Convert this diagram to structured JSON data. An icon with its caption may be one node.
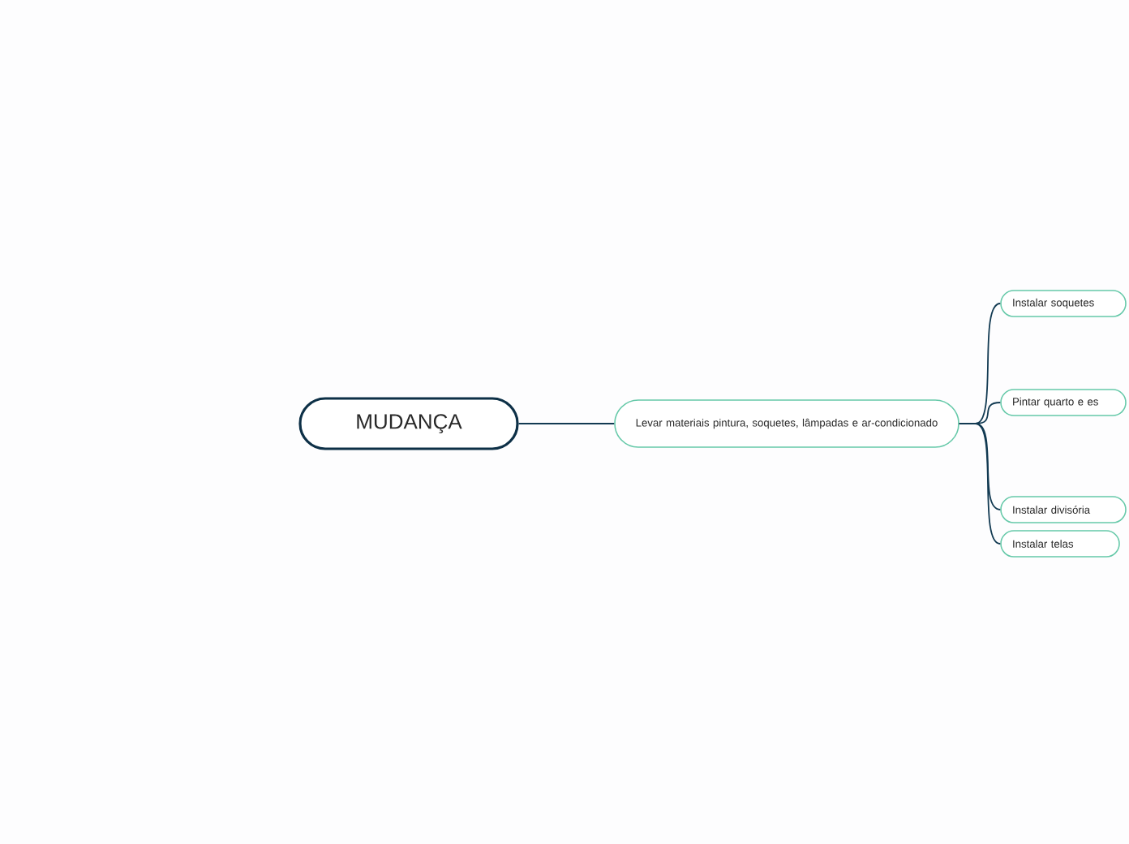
{
  "diagram": {
    "nodes": [
      {
        "text": [
          "MUDANÇA"
        ]
      },
      {
        "text": [
          "Levar materiais pintura, soquetes, lâmpadas e ar-condicionado"
        ]
      },
      {
        "text": [
          "Instalar soquetes"
        ]
      },
      {
        "text": [
          "Pintar quarto e es"
        ]
      },
      {
        "text": [
          "Instalar divisória"
        ]
      },
      {
        "text": [
          "Instalar telas"
        ]
      }
    ],
    "edges": [
      {
        "from": 0,
        "to": 1,
        "arrow": "none"
      },
      {
        "from": 1,
        "to": 2,
        "arrow": "none"
      },
      {
        "from": 1,
        "to": 3,
        "arrow": "none"
      },
      {
        "from": 1,
        "to": 4,
        "arrow": "none"
      },
      {
        "from": 1,
        "to": 5,
        "arrow": "none"
      }
    ]
  }
}
